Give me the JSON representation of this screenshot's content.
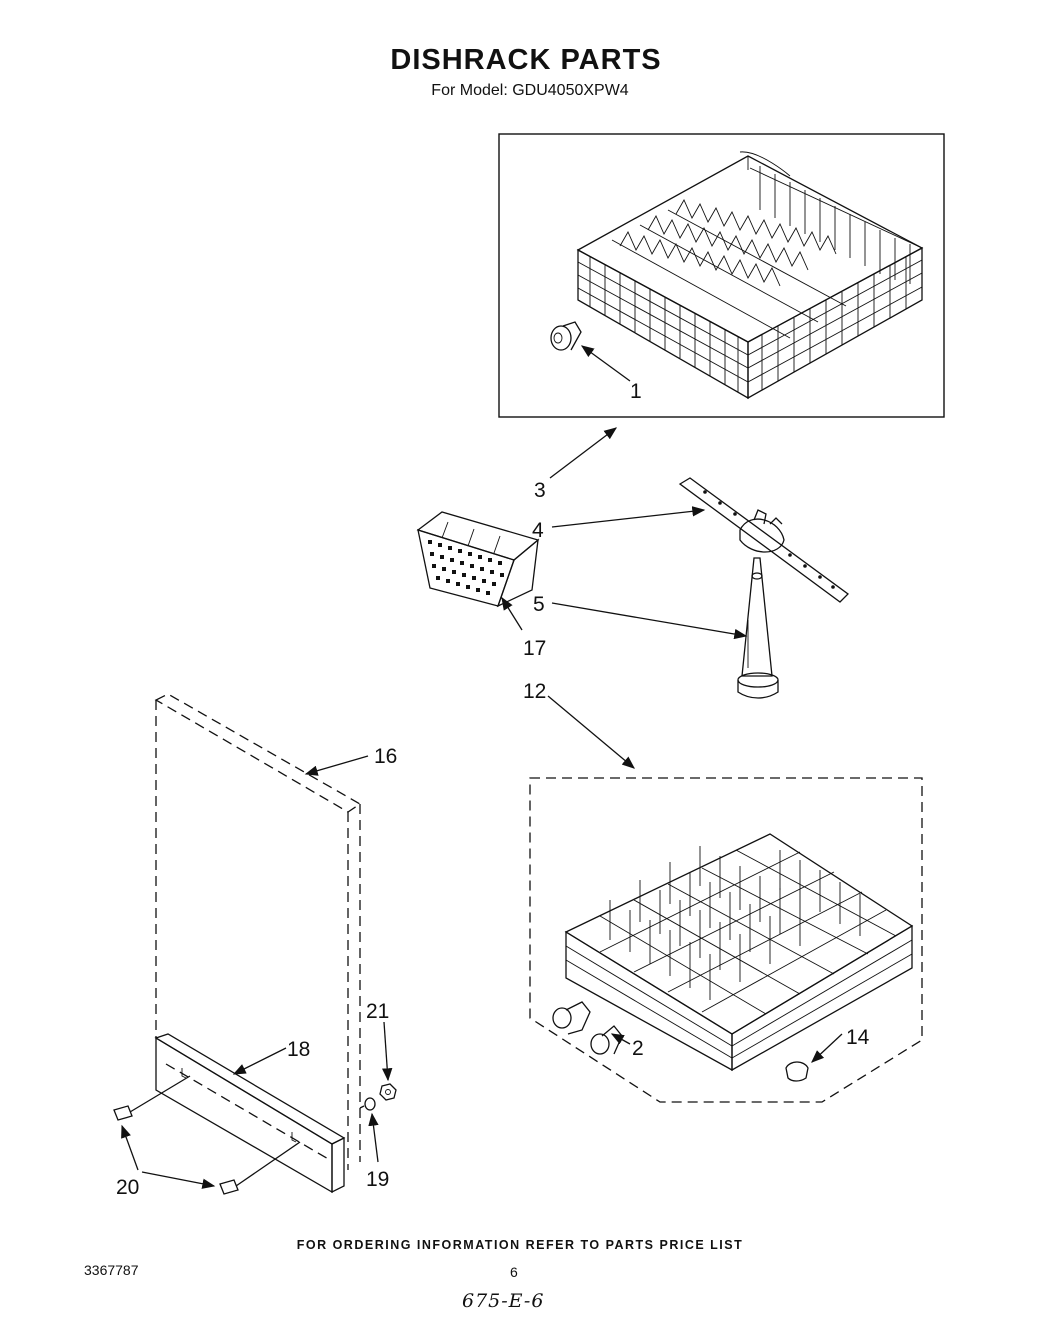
{
  "title": "DISHRACK PARTS",
  "subtitle": "For Model: GDU4050XPW4",
  "footer_note": "FOR ORDERING INFORMATION REFER TO PARTS PRICE LIST",
  "document_number": "3367787",
  "page_number": "6",
  "handwritten_note": "675-E-6",
  "callouts": [
    {
      "id": "c1",
      "label": "1"
    },
    {
      "id": "c2",
      "label": "2"
    },
    {
      "id": "c3",
      "label": "3"
    },
    {
      "id": "c4",
      "label": "4"
    },
    {
      "id": "c5",
      "label": "5"
    },
    {
      "id": "c12",
      "label": "12"
    },
    {
      "id": "c14",
      "label": "14"
    },
    {
      "id": "c16",
      "label": "16"
    },
    {
      "id": "c17",
      "label": "17"
    },
    {
      "id": "c18",
      "label": "18"
    },
    {
      "id": "c19",
      "label": "19"
    },
    {
      "id": "c20",
      "label": "20"
    },
    {
      "id": "c21",
      "label": "21"
    }
  ]
}
